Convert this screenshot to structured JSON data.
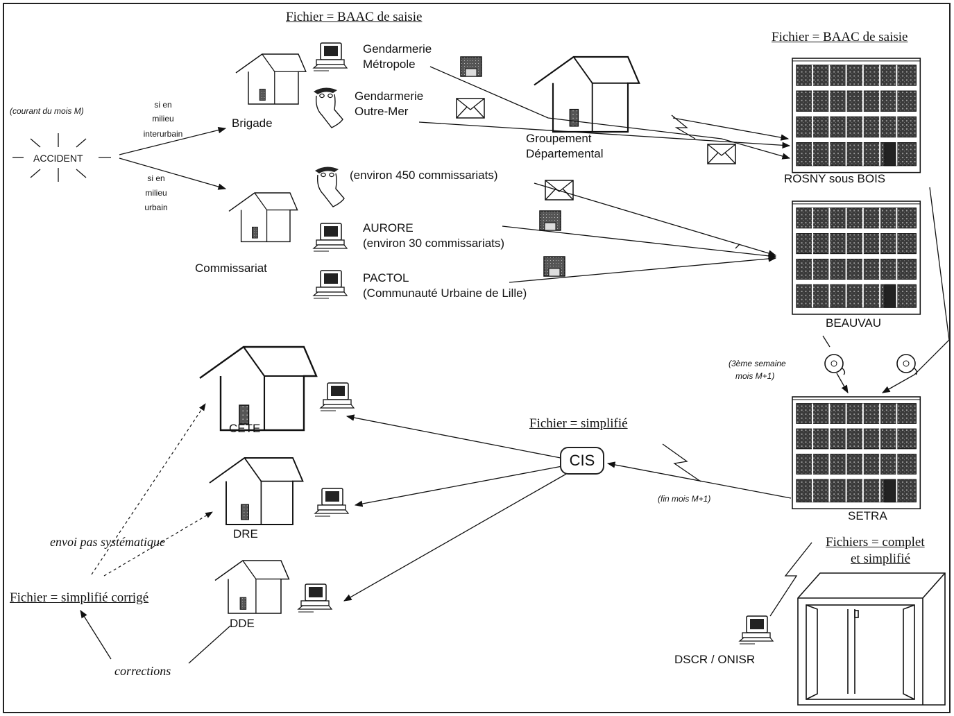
{
  "headers": {
    "baac_top": "Fichier  =  BAAC de saisie",
    "baac_right": "Fichier = BAAC de saisie",
    "simplifie": "Fichier  =  simplifié",
    "complet_line1": "Fichiers  =  complet",
    "complet_line2": "et simplifié",
    "corrige": "Fichier  =  simplifié corrigé"
  },
  "accident": {
    "label": "ACCIDENT",
    "note": "(courant du mois M)",
    "branch_interurbain": [
      "si en",
      "milieu",
      "interurbain"
    ],
    "branch_urbain": [
      "si en",
      "milieu",
      "urbain"
    ]
  },
  "sites": {
    "brigade": "Brigade",
    "commissariat": "Commissariat",
    "groupement_line1": "Groupement",
    "groupement_line2": "Départemental",
    "rosny": "ROSNY sous BOIS",
    "beauvau": "BEAUVAU",
    "setra": "SETRA",
    "cete": "CETE",
    "dre": "DRE",
    "dde": "DDE",
    "dscr": "DSCR / ONISR",
    "cis": "CIS"
  },
  "sources": {
    "gend_metro_line1": "Gendarmerie",
    "gend_metro_line2": "Métropole",
    "gend_om_line1": "Gendarmerie",
    "gend_om_line2": "Outre-Mer",
    "commissariats_450": "(environ 450 commissariats)",
    "aurore_line1": "AURORE",
    "aurore_line2": "(environ 30 commissariats)",
    "pactol_line1": "PACTOL",
    "pactol_line2": "(Communauté Urbaine de Lille)"
  },
  "notes": {
    "semaine_line1": "(3ème semaine",
    "semaine_line2": "mois M+1)",
    "fin_mois": "(fin mois M+1)",
    "envoi": "envoi pas systématique",
    "corrections": "corrections"
  },
  "icons": [
    "house-icon",
    "computer-icon",
    "police-officer-icon",
    "envelope-icon",
    "floppy-disk-icon",
    "office-building-icon",
    "tape-reel-icon",
    "lightning-link-icon",
    "mainframe-icon"
  ]
}
